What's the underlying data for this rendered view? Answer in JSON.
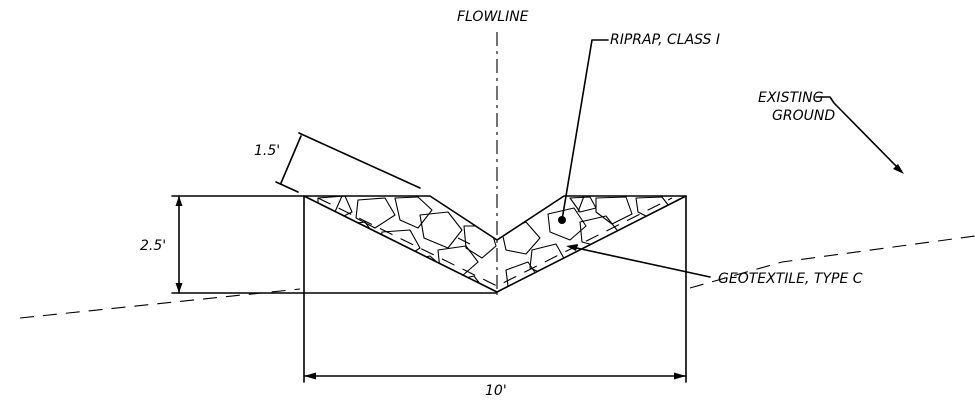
{
  "labels": {
    "flowline": "FLOWLINE",
    "riprap": "RIPRAP, CLASS I",
    "existing_ground_line1": "EXISTING",
    "existing_ground_line2": "GROUND",
    "geotextile": "GEOTEXTILE, TYPE C"
  },
  "dimensions": {
    "thickness": "1.5'",
    "depth": "2.5'",
    "width": "10'"
  }
}
